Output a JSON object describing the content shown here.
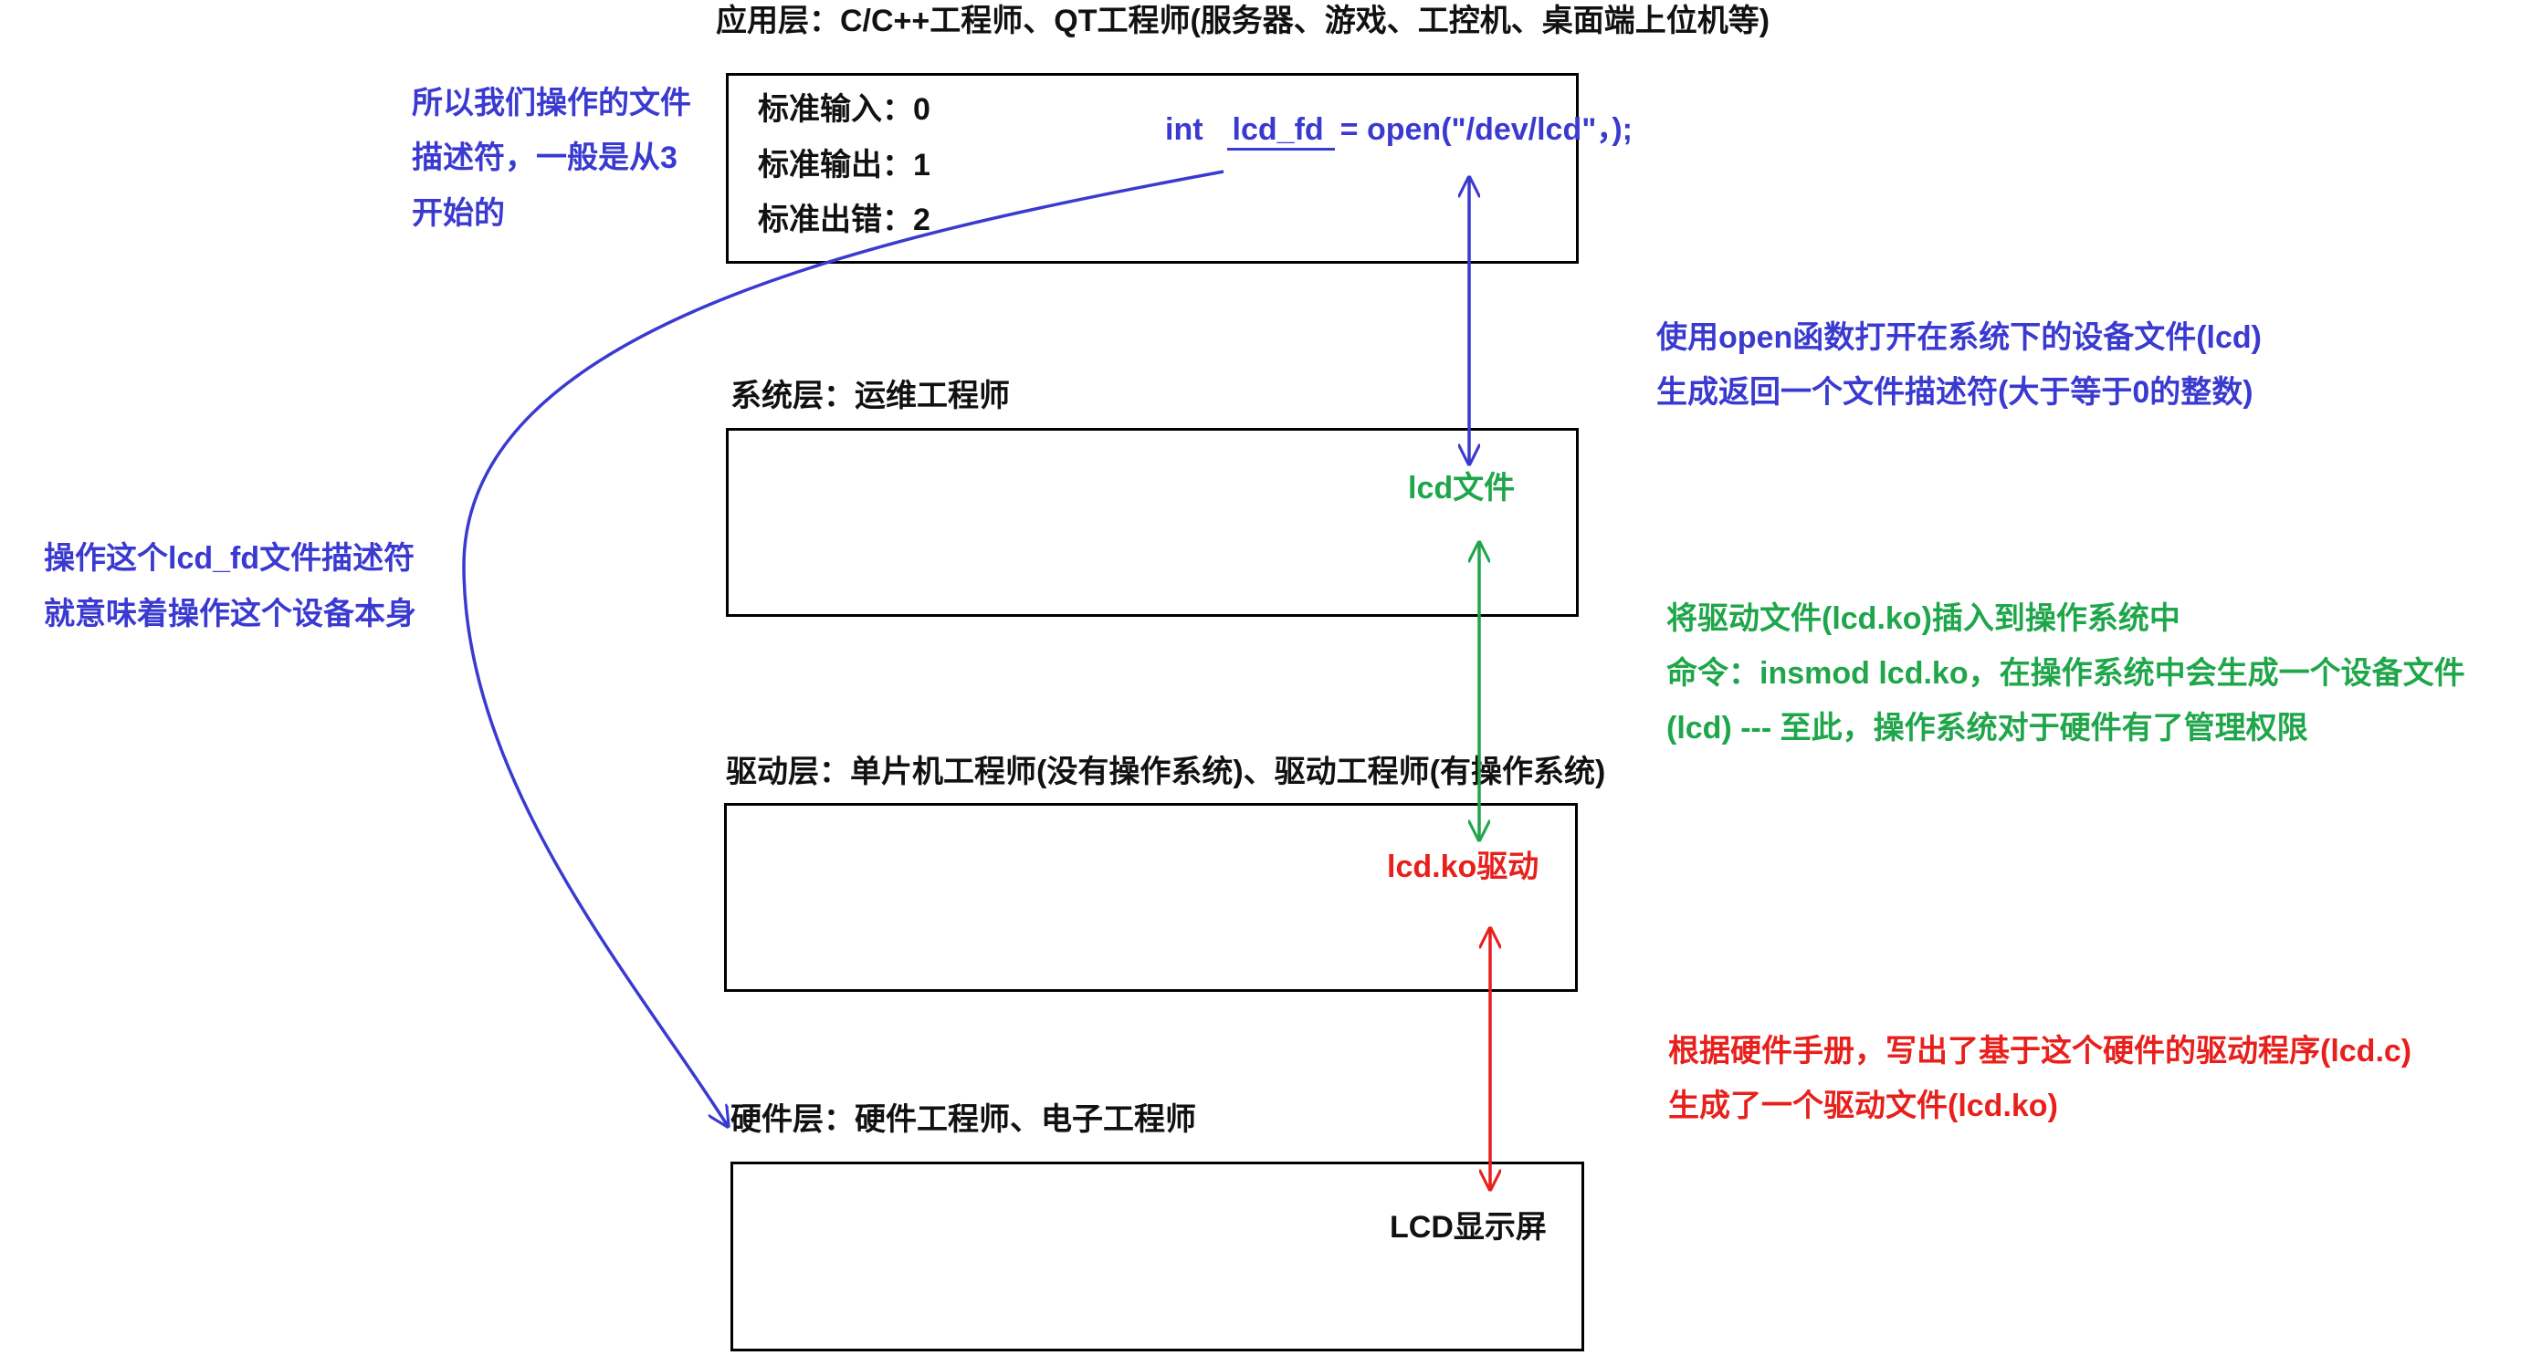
{
  "layers": {
    "application": {
      "label": "应用层：C/C++工程师、QT工程师(服务器、游戏、工控机、桌面端上位机等)",
      "stdin": "标准输入：0",
      "stdout": "标准输出：1",
      "stderr": "标准出错：2",
      "code": {
        "type": "int",
        "name": "lcd_fd",
        "call": "= open(\"/dev/lcd\"，);"
      }
    },
    "system": {
      "label": "系统层：运维工程师",
      "node": "lcd文件"
    },
    "driver": {
      "label": "驱动层：单片机工程师(没有操作系统)、驱动工程师(有操作系统)",
      "node": "lcd.ko驱动"
    },
    "hardware": {
      "label": "硬件层：硬件工程师、电子工程师",
      "node": "LCD显示屏"
    }
  },
  "notes": {
    "fd_start": [
      "所以我们操作的文件",
      "描述符，一般是从3",
      "开始的"
    ],
    "fd_device": [
      "操作这个lcd_fd文件描述符",
      "就意味着操作这个设备本身"
    ],
    "open_call": [
      "使用open函数打开在系统下的设备文件(lcd)",
      "生成返回一个文件描述符(大于等于0的整数)"
    ],
    "insmod": [
      "将驱动文件(lcd.ko)插入到操作系统中",
      "命令：insmod lcd.ko，在操作系统中会生成一个设备文件",
      "(lcd) --- 至此，操作系统对于硬件有了管理权限"
    ],
    "driver_build": [
      "根据硬件手册，写出了基于这个硬件的驱动程序(lcd.c)",
      "生成了一个驱动文件(lcd.ko)"
    ]
  },
  "colors": {
    "blue": "#3a3ad0",
    "green": "#1fa64a",
    "red": "#e8201c",
    "ink": "#111111"
  }
}
